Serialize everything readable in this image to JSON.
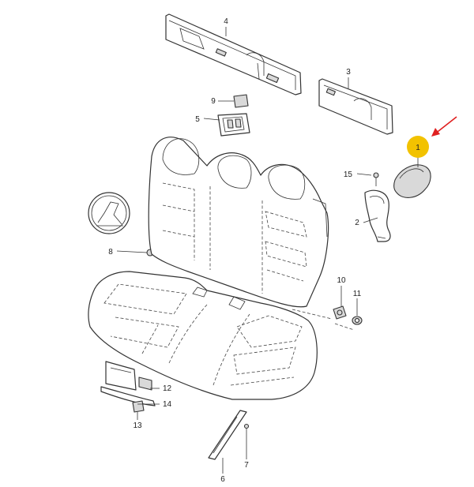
{
  "callouts": [
    {
      "id": "1",
      "label": "1",
      "highlighted": true
    },
    {
      "id": "2",
      "label": "2"
    },
    {
      "id": "3",
      "label": "3"
    },
    {
      "id": "4",
      "label": "4"
    },
    {
      "id": "5",
      "label": "5"
    },
    {
      "id": "6",
      "label": "6"
    },
    {
      "id": "7",
      "label": "7"
    },
    {
      "id": "8",
      "label": "8"
    },
    {
      "id": "9",
      "label": "9"
    },
    {
      "id": "10",
      "label": "10"
    },
    {
      "id": "11",
      "label": "11"
    },
    {
      "id": "12",
      "label": "12"
    },
    {
      "id": "13",
      "label": "13"
    },
    {
      "id": "14",
      "label": "14"
    },
    {
      "id": "15",
      "label": "15"
    }
  ],
  "colors": {
    "highlight_marker": "#f2c200",
    "pointer_arrow": "#e02020",
    "line": "#333333"
  }
}
